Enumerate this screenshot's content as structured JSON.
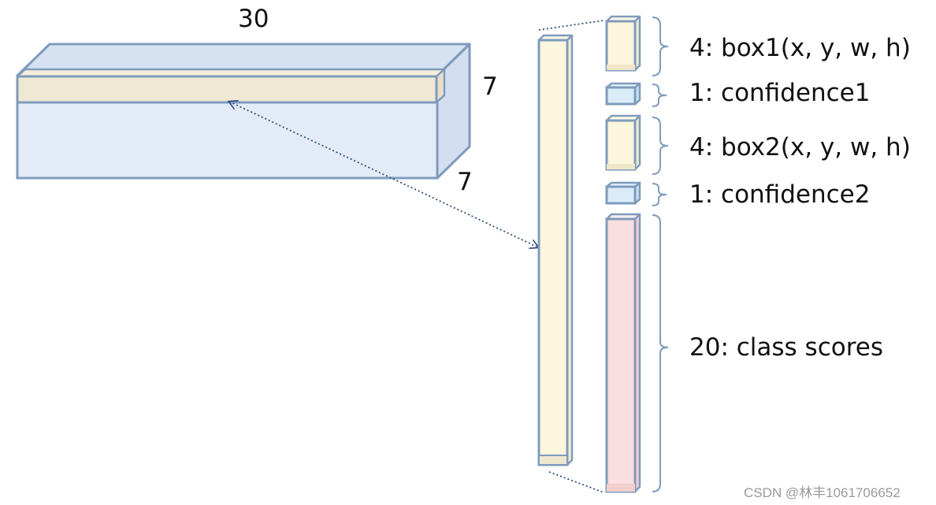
{
  "dims": {
    "width": "30",
    "height": "7",
    "depth": "7"
  },
  "vector_parts": [
    {
      "label": "4: box1(x, y, w, h)",
      "kind": "box"
    },
    {
      "label": "1: confidence1",
      "kind": "confidence"
    },
    {
      "label": "4: box2(x, y, w, h)",
      "kind": "box"
    },
    {
      "label": "1: confidence2",
      "kind": "confidence"
    },
    {
      "label": "20: class scores",
      "kind": "class"
    }
  ],
  "watermark": "CSDN @林丰1061706652",
  "colors": {
    "outline": "#7f9bbd",
    "tensor_fill": "#e3ebf6",
    "tensor_top": "#d6e2f2",
    "cell_fill": "#efe8d3",
    "box_fill": "#fcf6dd",
    "confidence_fill": "#d9ecf8",
    "class_fill": "#fbdfe0",
    "link": "#2e4d7e"
  }
}
